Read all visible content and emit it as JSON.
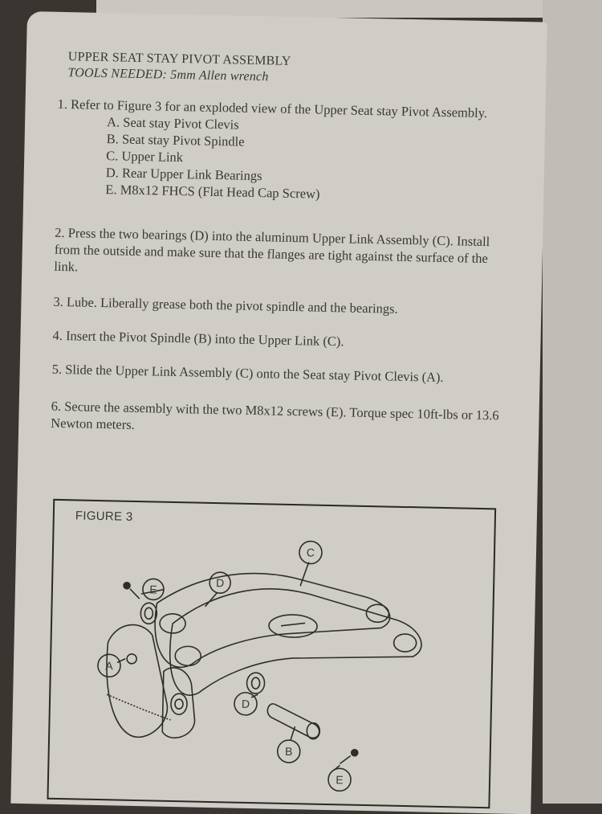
{
  "header": {
    "title": "UPPER SEAT STAY PIVOT ASSEMBLY",
    "tools": "TOOLS NEEDED: 5mm Allen wrench"
  },
  "steps": {
    "step1": "1. Refer to Figure 3 for an exploded view of the Upper Seat stay Pivot Assembly.",
    "parts": [
      "A. Seat stay Pivot Clevis",
      "B. Seat stay Pivot Spindle",
      "C. Upper Link",
      "D. Rear Upper Link Bearings",
      "E. M8x12 FHCS (Flat Head Cap Screw)"
    ],
    "step2": "2. Press the two bearings (D) into the aluminum Upper Link Assembly (C). Install from the outside and make sure that the flanges are tight against the surface of the link.",
    "step3": "3. Lube. Liberally grease both the pivot spindle and the bearings.",
    "step4": "4. Insert the Pivot Spindle (B) into the Upper Link (C).",
    "step5": "5. Slide the Upper Link Assembly (C) onto the Seat stay Pivot Clevis (A).",
    "step6": "6. Secure the assembly with the two M8x12 screws (E). Torque spec 10ft-lbs or 13.6 Newton meters."
  },
  "figure": {
    "label": "FIGURE 3",
    "callouts": {
      "c": "C",
      "d_top": "D",
      "e_top": "E",
      "a": "A",
      "d_bottom": "D",
      "b": "B",
      "e_bottom": "E"
    }
  }
}
